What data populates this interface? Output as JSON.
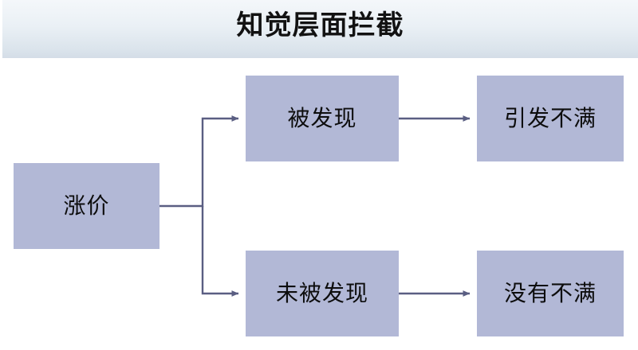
{
  "header": {
    "title": "知觉层面拦截"
  },
  "colors": {
    "node_fill": "#b2b8d6",
    "connector": "#5a5e82",
    "header_top": "#f4f7fa",
    "header_bottom": "#d4dde7",
    "text": "#0d0d0d",
    "canvas": "#ffffff"
  },
  "diagram": {
    "type": "flowchart",
    "nodes": [
      {
        "id": "price-increase",
        "label": "涨价"
      },
      {
        "id": "discovered",
        "label": "被发现"
      },
      {
        "id": "dissatisfied",
        "label": "引发不满"
      },
      {
        "id": "undiscovered",
        "label": "未被发现"
      },
      {
        "id": "no-complaint",
        "label": "没有不满"
      }
    ],
    "edges": [
      {
        "from": "price-increase",
        "to": "discovered",
        "style": "elbow-up",
        "arrow": "filled-triangle"
      },
      {
        "from": "price-increase",
        "to": "undiscovered",
        "style": "elbow-down",
        "arrow": "filled-triangle"
      },
      {
        "from": "discovered",
        "to": "dissatisfied",
        "style": "straight",
        "arrow": "filled-triangle"
      },
      {
        "from": "undiscovered",
        "to": "no-complaint",
        "style": "straight",
        "arrow": "filled-triangle"
      }
    ]
  }
}
